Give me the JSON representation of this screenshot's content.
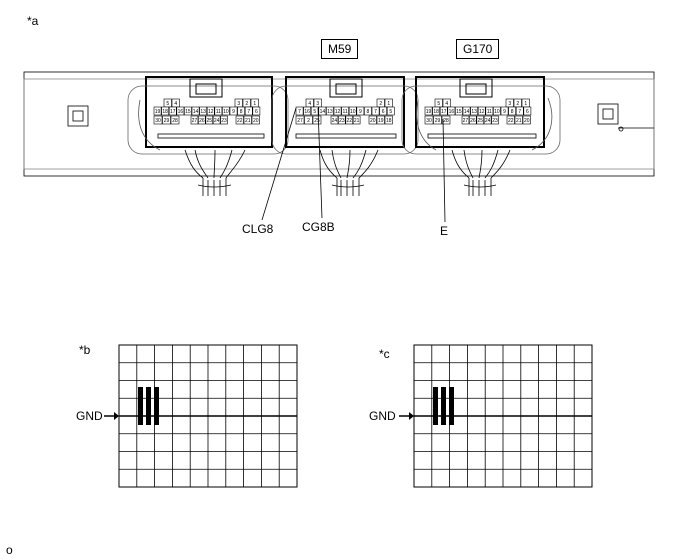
{
  "figure_labels": {
    "a": "*a",
    "b": "*b",
    "c": "*c"
  },
  "connectors": [
    {
      "id": "m59",
      "name": "M59"
    },
    {
      "id": "g170",
      "name": "G170"
    }
  ],
  "callouts": {
    "clg8": "CLG8",
    "cg8b": "CG8B",
    "e": "E"
  },
  "waveforms": {
    "b": {
      "gnd_label": "GND",
      "grid_cols": 10,
      "grid_rows": 8,
      "pulse_count": 3
    },
    "c": {
      "gnd_label": "GND",
      "grid_cols": 10,
      "grid_rows": 8,
      "pulse_count": 3
    }
  },
  "footer_mark": "o",
  "pins": {
    "left": {
      "top_left": [
        "5",
        "4"
      ],
      "top_right": [
        "3",
        "2",
        "1"
      ],
      "row2": [
        "19",
        "18",
        "17",
        "16",
        "15",
        "14",
        "13",
        "12",
        "11",
        "10",
        "9",
        "8",
        "7",
        "6"
      ],
      "row3a": [
        "30",
        "29",
        "28"
      ],
      "row3b": [
        "27",
        "26",
        "25",
        "24",
        "23"
      ],
      "row3c": [
        "22",
        "21",
        "20"
      ]
    },
    "mid": {
      "top_left": [
        "4",
        "3"
      ],
      "top_right": [
        "2",
        "1"
      ],
      "row2": [
        "7",
        "16",
        "5",
        "14",
        "13",
        "12",
        "11",
        "10",
        "9",
        "8",
        "7",
        "6",
        "5"
      ],
      "row3a": [
        "27",
        "2",
        "25"
      ],
      "row3b": [
        "24",
        "23",
        "22",
        "21"
      ],
      "row3c": [
        "20",
        "19",
        "18"
      ]
    },
    "right": {
      "top_left": [
        "5",
        "4"
      ],
      "top_right": [
        "3",
        "2",
        "1"
      ],
      "row2": [
        "19",
        "18",
        "17",
        "16",
        "15",
        "14",
        "13",
        "12",
        "11",
        "10",
        "9",
        "8",
        "7",
        "6"
      ],
      "row3a": [
        "30",
        "29",
        "28"
      ],
      "row3b": [
        "27",
        "26",
        "25",
        "24",
        "23"
      ],
      "row3c": [
        "22",
        "21",
        "20"
      ]
    }
  }
}
